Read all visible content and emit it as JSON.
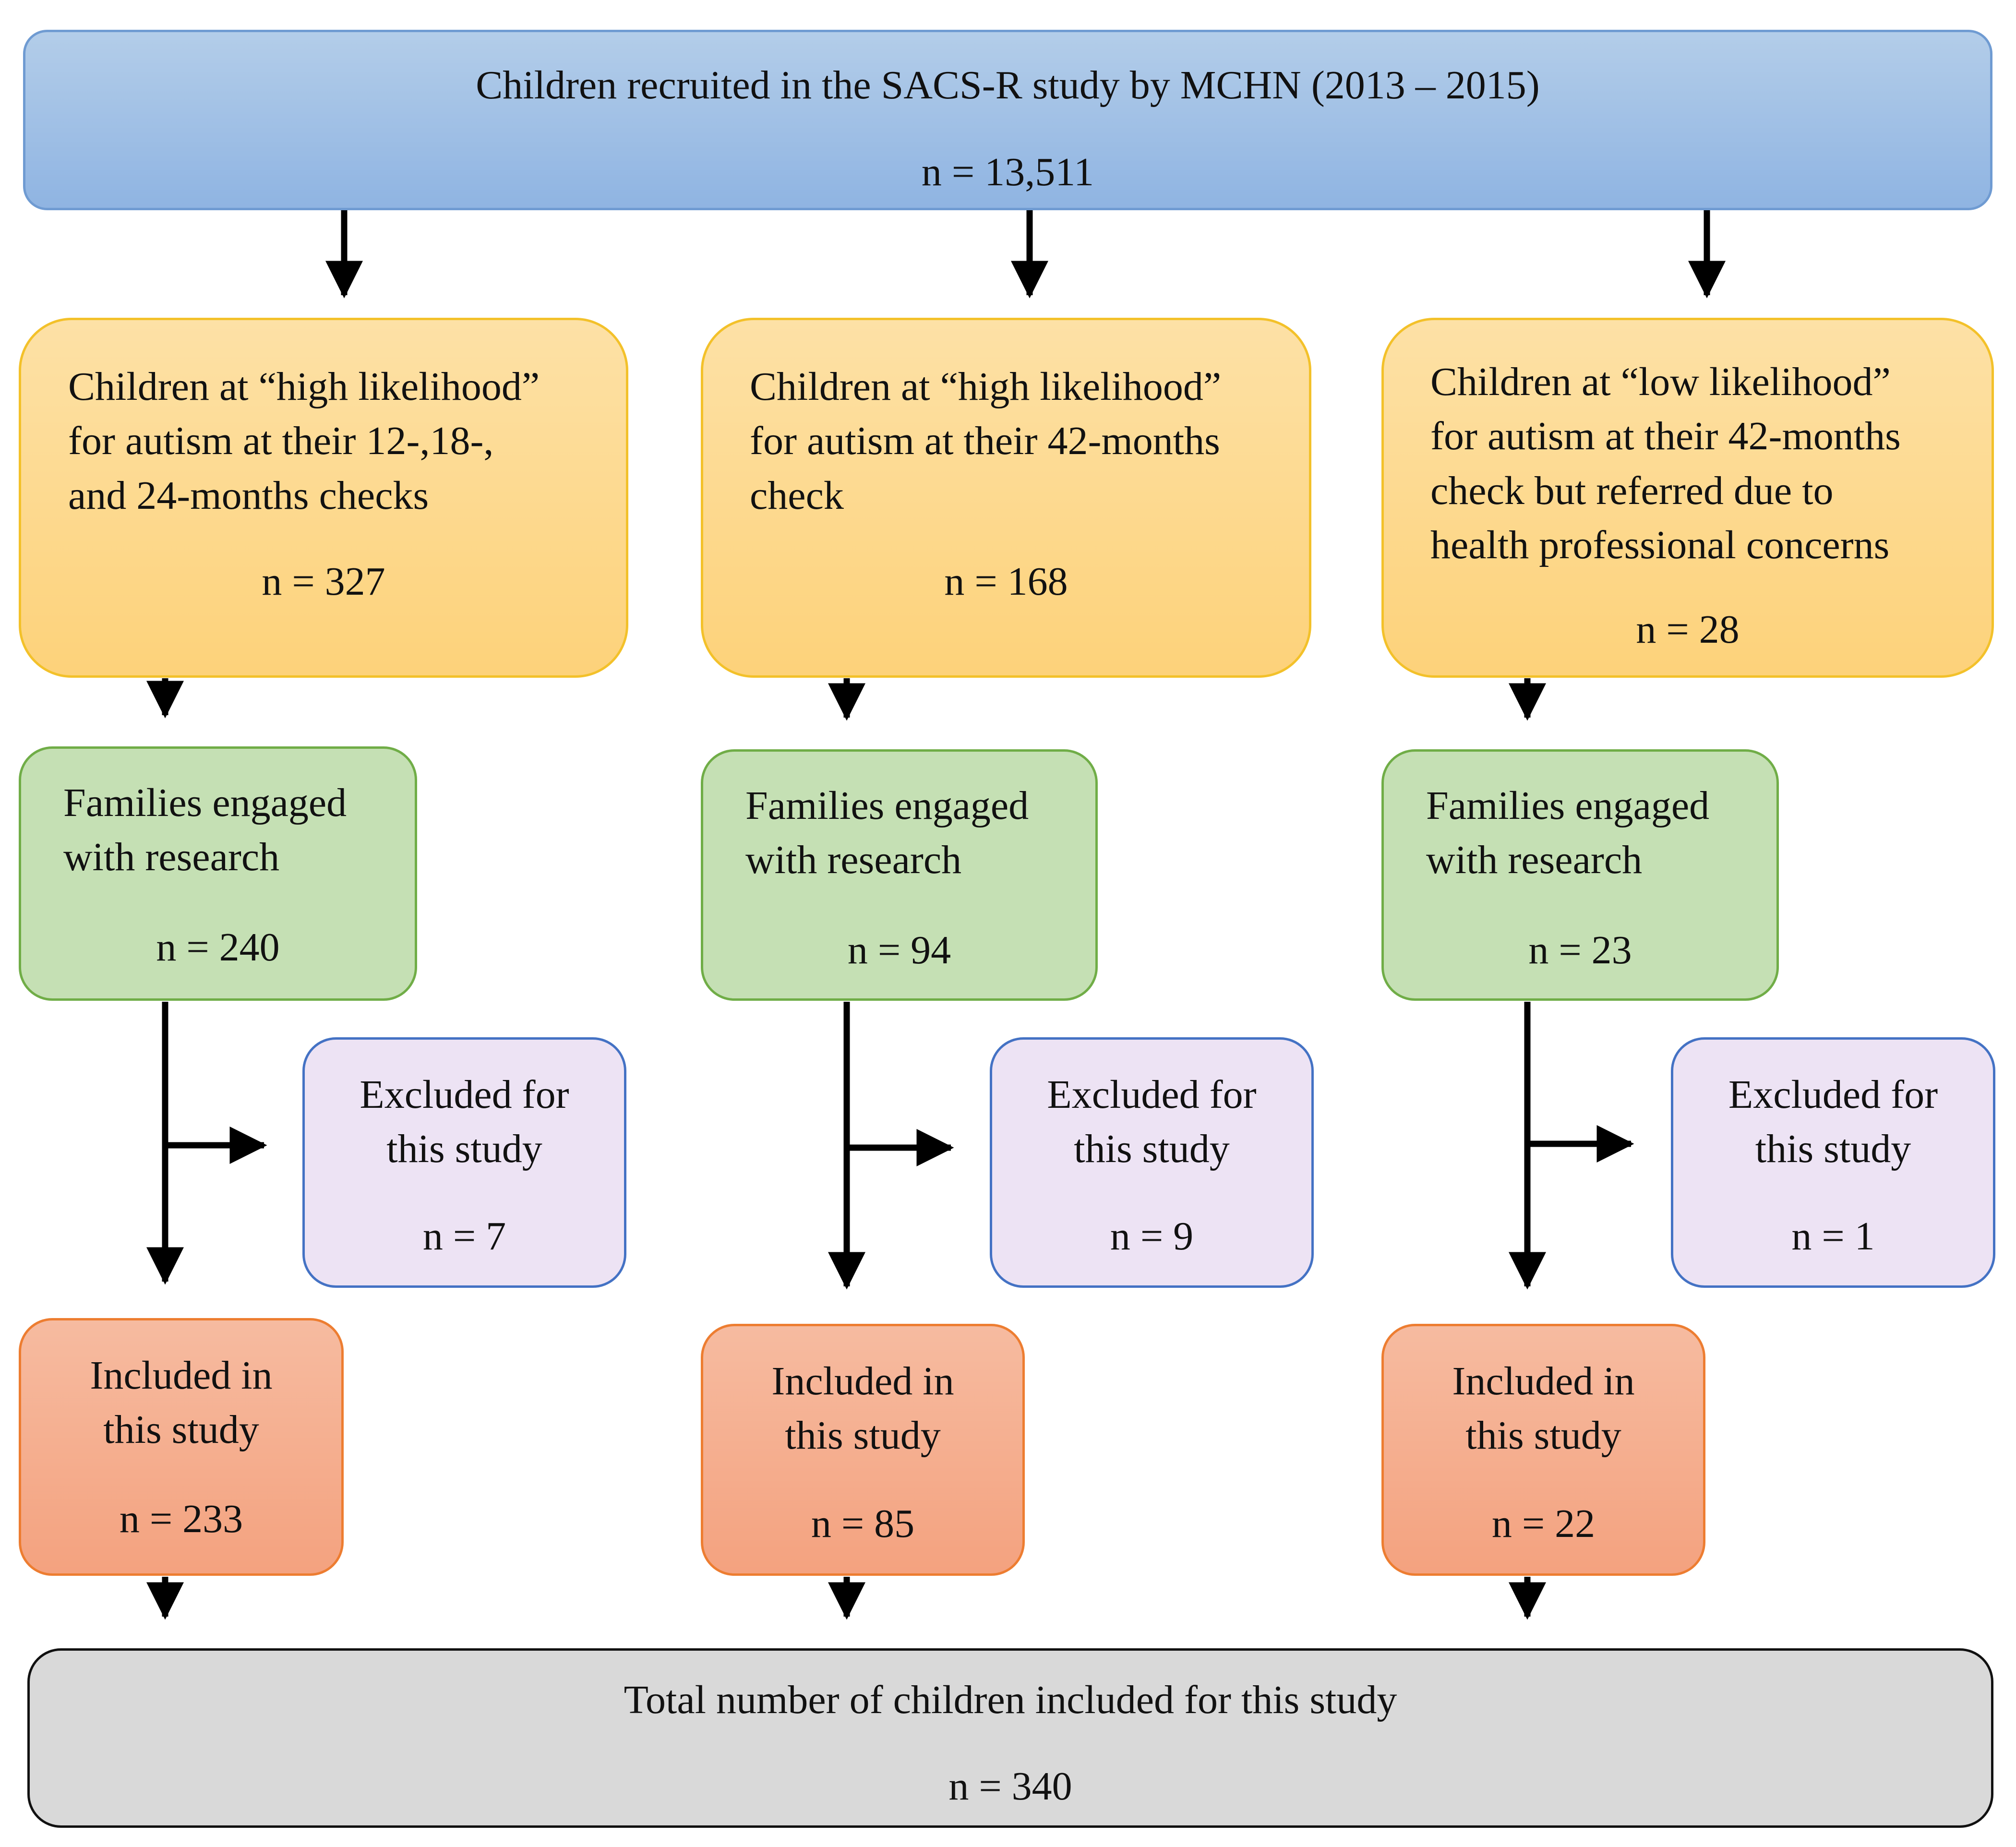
{
  "top": {
    "title": "Children recruited in the SACS-R study by MCHN (2013 – 2015)",
    "n": "n = 13,511"
  },
  "columns": [
    {
      "likelihood": {
        "text": "Children at “high likelihood”\nfor autism at their 12-,18-,\nand 24-months checks",
        "n": "n = 327"
      },
      "engaged": {
        "text": "Families engaged\nwith research",
        "n": "n = 240"
      },
      "excluded": {
        "text": "Excluded for\nthis study",
        "n": "n = 7"
      },
      "included": {
        "text": "Included in\nthis study",
        "n": "n = 233"
      }
    },
    {
      "likelihood": {
        "text": "Children at “high likelihood”\nfor autism at their 42-months\ncheck",
        "n": "n = 168"
      },
      "engaged": {
        "text": "Families engaged\nwith research",
        "n": "n = 94"
      },
      "excluded": {
        "text": "Excluded for\nthis study",
        "n": "n = 9"
      },
      "included": {
        "text": "Included in\nthis study",
        "n": "n = 85"
      }
    },
    {
      "likelihood": {
        "text": "Children at “low likelihood”\nfor autism at their 42-months\ncheck but referred due to\nhealth professional concerns",
        "n": "n = 28"
      },
      "engaged": {
        "text": "Families engaged\nwith research",
        "n": "n = 23"
      },
      "excluded": {
        "text": "Excluded for\nthis study",
        "n": "n = 1"
      },
      "included": {
        "text": "Included in\nthis study",
        "n": "n = 22"
      }
    }
  ],
  "total": {
    "title": "Total number of children included for this study",
    "n": "n = 340"
  },
  "colors": {
    "recruited": "#9dbde6",
    "likelihood": "#fdd98d",
    "engaged": "#c5e0b4",
    "excluded": "#ede3f4",
    "included": "#f5ae8f",
    "total": "#d9d9d9",
    "arrows": "#000000"
  }
}
